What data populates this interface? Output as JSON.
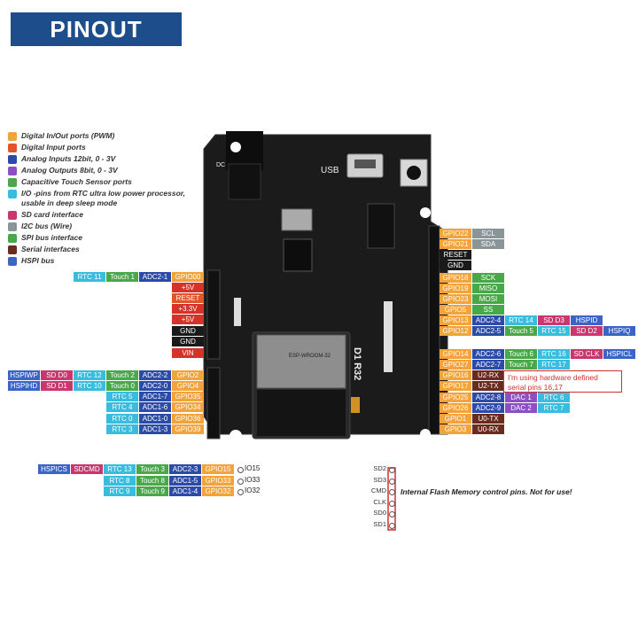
{
  "title": "PINOUT",
  "legend": [
    {
      "label": "Digital In/Out ports (PWM)",
      "color": "#f4a23a",
      "icon": "orange-swatch"
    },
    {
      "label": "Digital Input ports",
      "color": "#e2542a",
      "icon": "red-orange-swatch"
    },
    {
      "label": "Analog Inputs 12bit, 0 - 3V",
      "color": "#2c4aa8",
      "icon": "blue-swatch"
    },
    {
      "label": "Analog Outputs 8bit, 0 - 3V",
      "color": "#8e4fc2",
      "icon": "purple-swatch"
    },
    {
      "label": "Capacitive Touch Sensor ports",
      "color": "#49a849",
      "icon": "green-swatch"
    },
    {
      "label": "I/O -pins from RTC ultra low power processor, usable in deep sleep mode",
      "color": "#38bde0",
      "icon": "cyan-swatch"
    },
    {
      "label": "SD card interface",
      "color": "#c8386e",
      "icon": "magenta-swatch"
    },
    {
      "label": "I2C bus (Wire)",
      "color": "#8a9598",
      "icon": "gray-swatch"
    },
    {
      "label": "SPI bus interface",
      "color": "#46a846",
      "icon": "green-swatch"
    },
    {
      "label": "Serial interfaces",
      "color": "#6a2a1e",
      "icon": "brown-swatch"
    },
    {
      "label": "HSPI bus",
      "color": "#3a64c8",
      "icon": "blue-swatch"
    }
  ],
  "colors": {
    "gpio": "#f4a23a",
    "adc": "#2c4aa8",
    "touch": "#49a849",
    "rtc": "#38bde0",
    "power": "#d6322a",
    "gnd": "#1a1a1a",
    "reset": "#e2542a",
    "vin": "#d6322a",
    "dac": "#8e4fc2",
    "sd": "#c8386e",
    "i2c": "#8a9598",
    "spi": "#46a846",
    "serial": "#6a2a1e",
    "hspi": "#3a64c8",
    "pcb": "#1b1b1b"
  },
  "board": {
    "usb_label": "USB",
    "dc_label": "DC",
    "name_label": "D1 R32",
    "module_label": "ESP-WROOM-32"
  },
  "left_rows": [
    [
      {
        "t": "RTC 11",
        "c": "rtc"
      },
      {
        "t": "Touch 1",
        "c": "touch"
      },
      {
        "t": "ADC2-1",
        "c": "adc"
      },
      {
        "t": "GPIO00",
        "c": "gpio"
      }
    ],
    [
      {
        "t": "+5V",
        "c": "power"
      }
    ],
    [
      {
        "t": "RESET",
        "c": "reset"
      }
    ],
    [
      {
        "t": "+3.3V",
        "c": "power"
      }
    ],
    [
      {
        "t": "+5V",
        "c": "power"
      }
    ],
    [
      {
        "t": "GND",
        "c": "gnd"
      }
    ],
    [
      {
        "t": "GND",
        "c": "gnd"
      }
    ],
    [
      {
        "t": "VIN",
        "c": "vin"
      }
    ],
    [
      {
        "t": "HSPIWP",
        "c": "hspi"
      },
      {
        "t": "SD D0",
        "c": "sd"
      },
      {
        "t": "RTC 12",
        "c": "rtc"
      },
      {
        "t": "Touch 2",
        "c": "touch"
      },
      {
        "t": "ADC2-2",
        "c": "adc"
      },
      {
        "t": "GPIO2",
        "c": "gpio"
      }
    ],
    [
      {
        "t": "HSPIHD",
        "c": "hspi"
      },
      {
        "t": "SD D1",
        "c": "sd"
      },
      {
        "t": "RTC 10",
        "c": "rtc"
      },
      {
        "t": "Touch 0",
        "c": "touch"
      },
      {
        "t": "ADC2-0",
        "c": "adc"
      },
      {
        "t": "GPIO4",
        "c": "gpio"
      }
    ],
    [
      {
        "t": "RTC 5",
        "c": "rtc"
      },
      {
        "t": "ADC1-7",
        "c": "adc"
      },
      {
        "t": "GPIO35",
        "c": "gpio"
      }
    ],
    [
      {
        "t": "RTC 4",
        "c": "rtc"
      },
      {
        "t": "ADC1-6",
        "c": "adc"
      },
      {
        "t": "GPIO34",
        "c": "gpio"
      }
    ],
    [
      {
        "t": "RTC 0",
        "c": "rtc"
      },
      {
        "t": "ADC1-0",
        "c": "adc"
      },
      {
        "t": "GPIO36",
        "c": "gpio"
      }
    ],
    [
      {
        "t": "RTC 3",
        "c": "rtc"
      },
      {
        "t": "ADC1-3",
        "c": "adc"
      },
      {
        "t": "GPIO39",
        "c": "gpio"
      }
    ]
  ],
  "right_rows": [
    [
      {
        "t": "GPIO22",
        "c": "gpio"
      },
      {
        "t": "SCL",
        "c": "i2c"
      }
    ],
    [
      {
        "t": "GPIO21",
        "c": "gpio"
      },
      {
        "t": "SDA",
        "c": "i2c"
      }
    ],
    [
      {
        "t": "RESET",
        "c": "gnd"
      }
    ],
    [
      {
        "t": "GND",
        "c": "gnd"
      }
    ],
    [
      {
        "t": "GPIO18",
        "c": "gpio"
      },
      {
        "t": "SCK",
        "c": "spi"
      }
    ],
    [
      {
        "t": "GPIO19",
        "c": "gpio"
      },
      {
        "t": "MISO",
        "c": "spi"
      }
    ],
    [
      {
        "t": "GPIO23",
        "c": "gpio"
      },
      {
        "t": "MOSI",
        "c": "spi"
      }
    ],
    [
      {
        "t": "GPIO5",
        "c": "gpio"
      },
      {
        "t": "SS",
        "c": "spi"
      }
    ],
    [
      {
        "t": "GPIO13",
        "c": "gpio"
      },
      {
        "t": "ADC2-4",
        "c": "adc"
      },
      {
        "t": "RTC 14",
        "c": "rtc"
      },
      {
        "t": "SD D3",
        "c": "sd"
      },
      {
        "t": "HSPID",
        "c": "hspi"
      }
    ],
    [
      {
        "t": "GPIO12",
        "c": "gpio"
      },
      {
        "t": "ADC2-5",
        "c": "adc"
      },
      {
        "t": "Touch 5",
        "c": "touch"
      },
      {
        "t": "RTC 15",
        "c": "rtc"
      },
      {
        "t": "SD D2",
        "c": "sd"
      },
      {
        "t": "HSPIQ",
        "c": "hspi"
      }
    ],
    [
      {
        "t": "GPIO14",
        "c": "gpio"
      },
      {
        "t": "ADC2-6",
        "c": "adc"
      },
      {
        "t": "Touch 6",
        "c": "touch"
      },
      {
        "t": "RTC 16",
        "c": "rtc"
      },
      {
        "t": "SD CLK",
        "c": "sd"
      },
      {
        "t": "HSPICL",
        "c": "hspi"
      }
    ],
    [
      {
        "t": "GPIO27",
        "c": "gpio"
      },
      {
        "t": "ADC2-7",
        "c": "adc"
      },
      {
        "t": "Touch 7",
        "c": "touch"
      },
      {
        "t": "RTC 17",
        "c": "rtc"
      }
    ],
    [
      {
        "t": "GPIO16",
        "c": "gpio"
      },
      {
        "t": "U2-RX",
        "c": "serial"
      }
    ],
    [
      {
        "t": "GPIO17",
        "c": "gpio"
      },
      {
        "t": "U2-TX",
        "c": "serial"
      }
    ],
    [
      {
        "t": "GPIO25",
        "c": "gpio"
      },
      {
        "t": "ADC2-8",
        "c": "adc"
      },
      {
        "t": "DAC 1",
        "c": "dac"
      },
      {
        "t": "RTC 6",
        "c": "rtc"
      }
    ],
    [
      {
        "t": "GPIO26",
        "c": "gpio"
      },
      {
        "t": "ADC2-9",
        "c": "adc"
      },
      {
        "t": "DAC 2",
        "c": "dac"
      },
      {
        "t": "RTC 7",
        "c": "rtc"
      }
    ],
    [
      {
        "t": "GPIO1",
        "c": "gpio"
      },
      {
        "t": "U0-TX",
        "c": "serial"
      }
    ],
    [
      {
        "t": "GPIO3",
        "c": "gpio"
      },
      {
        "t": "U0-RX",
        "c": "serial"
      }
    ]
  ],
  "bottom_rows": [
    {
      "labels": [
        {
          "t": "HSPICS",
          "c": "hspi"
        },
        {
          "t": "SDCMD",
          "c": "sd"
        },
        {
          "t": "RTC 13",
          "c": "rtc"
        },
        {
          "t": "Touch 3",
          "c": "touch"
        },
        {
          "t": "ADC2-3",
          "c": "adc"
        },
        {
          "t": "GPIO15",
          "c": "gpio"
        }
      ],
      "pin": "IO15"
    },
    {
      "labels": [
        {
          "t": "RTC 8",
          "c": "rtc"
        },
        {
          "t": "Touch 8",
          "c": "touch"
        },
        {
          "t": "ADC1-5",
          "c": "adc"
        },
        {
          "t": "GPIO33",
          "c": "gpio"
        }
      ],
      "pin": "IO33"
    },
    {
      "labels": [
        {
          "t": "RTC 9",
          "c": "rtc"
        },
        {
          "t": "Touch 9",
          "c": "touch"
        },
        {
          "t": "ADC1-4",
          "c": "adc"
        },
        {
          "t": "GPIO32",
          "c": "gpio"
        }
      ],
      "pin": "IO32"
    }
  ],
  "note": "I'm using hardware defined serial pins 16,17",
  "flash_pins": [
    "SD2",
    "SD3",
    "CMD",
    "CLK",
    "SD0",
    "SD1"
  ],
  "flash_note": "Internal Flash Memory control pins. Not for use!"
}
